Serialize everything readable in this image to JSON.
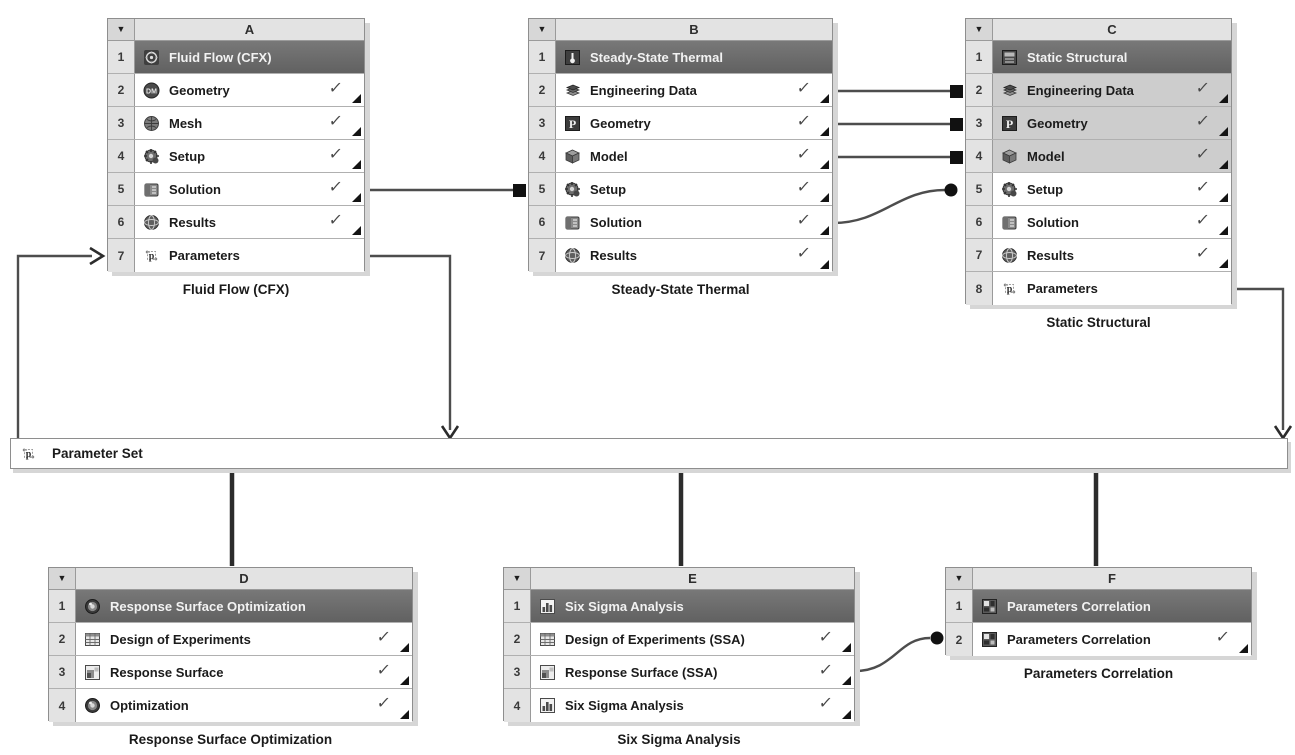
{
  "icons": {
    "dropdown": "▼",
    "check": "✓"
  },
  "colors": {
    "system_header_row_bg": "#6b6b6b",
    "shared_cell_bg": "#cdcdcd",
    "chrome_bg": "#e3e3e3",
    "wire": "#4d4d4d",
    "terminator": "#111111"
  },
  "parameter_set": {
    "label": "Parameter Set",
    "icon": "parameters-icon"
  },
  "systems": [
    {
      "letter": "A",
      "caption": "Fluid Flow (CFX)",
      "rows": [
        {
          "num": "1",
          "label": "Fluid Flow (CFX)",
          "icon": "fluid-flow-cfx-icon",
          "header": true
        },
        {
          "num": "2",
          "label": "Geometry",
          "icon": "geometry-dm-icon",
          "check": true,
          "corner": true
        },
        {
          "num": "3",
          "label": "Mesh",
          "icon": "mesh-icon",
          "check": true,
          "corner": true
        },
        {
          "num": "4",
          "label": "Setup",
          "icon": "setup-icon",
          "check": true,
          "corner": true
        },
        {
          "num": "5",
          "label": "Solution",
          "icon": "solution-icon",
          "check": true,
          "corner": true
        },
        {
          "num": "6",
          "label": "Results",
          "icon": "results-icon",
          "check": true,
          "corner": true
        },
        {
          "num": "7",
          "label": "Parameters",
          "icon": "parameters-icon"
        }
      ]
    },
    {
      "letter": "B",
      "caption": "Steady-State Thermal",
      "rows": [
        {
          "num": "1",
          "label": "Steady-State Thermal",
          "icon": "steady-state-thermal-icon",
          "header": true
        },
        {
          "num": "2",
          "label": "Engineering Data",
          "icon": "engineering-data-icon",
          "check": true,
          "corner": true
        },
        {
          "num": "3",
          "label": "Geometry",
          "icon": "geometry-p-icon",
          "check": true,
          "corner": true
        },
        {
          "num": "4",
          "label": "Model",
          "icon": "model-icon",
          "check": true,
          "corner": true
        },
        {
          "num": "5",
          "label": "Setup",
          "icon": "setup-icon",
          "check": true,
          "corner": true
        },
        {
          "num": "6",
          "label": "Solution",
          "icon": "solution-icon",
          "check": true,
          "corner": true
        },
        {
          "num": "7",
          "label": "Results",
          "icon": "results-icon",
          "check": true,
          "corner": true
        }
      ]
    },
    {
      "letter": "C",
      "caption": "Static Structural",
      "rows": [
        {
          "num": "1",
          "label": "Static Structural",
          "icon": "static-structural-icon",
          "header": true
        },
        {
          "num": "2",
          "label": "Engineering Data",
          "icon": "engineering-data-icon",
          "check": true,
          "corner": true,
          "shared": true
        },
        {
          "num": "3",
          "label": "Geometry",
          "icon": "geometry-p-icon",
          "check": true,
          "corner": true,
          "shared": true
        },
        {
          "num": "4",
          "label": "Model",
          "icon": "model-icon",
          "check": true,
          "corner": true,
          "shared": true
        },
        {
          "num": "5",
          "label": "Setup",
          "icon": "setup-icon",
          "check": true,
          "corner": true
        },
        {
          "num": "6",
          "label": "Solution",
          "icon": "solution-icon",
          "check": true,
          "corner": true
        },
        {
          "num": "7",
          "label": "Results",
          "icon": "results-icon",
          "check": true,
          "corner": true
        },
        {
          "num": "8",
          "label": "Parameters",
          "icon": "parameters-icon"
        }
      ]
    },
    {
      "letter": "D",
      "caption": "Response Surface Optimization",
      "rows": [
        {
          "num": "1",
          "label": "Response Surface Optimization",
          "icon": "optimization-icon",
          "header": true
        },
        {
          "num": "2",
          "label": "Design of Experiments",
          "icon": "design-of-experiments-icon",
          "check": true,
          "corner": true
        },
        {
          "num": "3",
          "label": "Response Surface",
          "icon": "response-surface-icon",
          "check": true,
          "corner": true
        },
        {
          "num": "4",
          "label": "Optimization",
          "icon": "optimization-icon",
          "check": true,
          "corner": true
        }
      ]
    },
    {
      "letter": "E",
      "caption": "Six Sigma Analysis",
      "rows": [
        {
          "num": "1",
          "label": "Six Sigma Analysis",
          "icon": "six-sigma-icon",
          "header": true
        },
        {
          "num": "2",
          "label": "Design of Experiments (SSA)",
          "icon": "design-of-experiments-icon",
          "check": true,
          "corner": true
        },
        {
          "num": "3",
          "label": "Response Surface (SSA)",
          "icon": "response-surface-icon",
          "check": true,
          "corner": true
        },
        {
          "num": "4",
          "label": "Six Sigma Analysis",
          "icon": "six-sigma-icon",
          "check": true,
          "corner": true
        }
      ]
    },
    {
      "letter": "F",
      "caption": "Parameters Correlation",
      "rows": [
        {
          "num": "1",
          "label": "Parameters Correlation",
          "icon": "parameters-correlation-icon",
          "header": true
        },
        {
          "num": "2",
          "label": "Parameters Correlation",
          "icon": "parameters-correlation-icon",
          "check": true,
          "corner": true
        }
      ]
    }
  ],
  "connections": [
    {
      "from": "A5 Solution",
      "to": "B5 Setup",
      "terminator": "square"
    },
    {
      "from": "B2 Engineering Data",
      "to": "C2 Engineering Data",
      "terminator": "square"
    },
    {
      "from": "B3 Geometry",
      "to": "C3 Geometry",
      "terminator": "square"
    },
    {
      "from": "B4 Model",
      "to": "C4 Model",
      "terminator": "square"
    },
    {
      "from": "B6 Solution",
      "to": "C5 Setup",
      "terminator": "circle"
    },
    {
      "from": "Parameter Set",
      "to": "A7 Parameters",
      "terminator": "arrow"
    },
    {
      "from": "A7 Parameters",
      "to": "Parameter Set",
      "terminator": "arrow"
    },
    {
      "from": "C8 Parameters",
      "to": "Parameter Set",
      "terminator": "arrow"
    },
    {
      "from": "Parameter Set",
      "to": "D Response Surface Optimization"
    },
    {
      "from": "Parameter Set",
      "to": "E Six Sigma Analysis"
    },
    {
      "from": "Parameter Set",
      "to": "F Parameters Correlation"
    },
    {
      "from": "E3 Response Surface (SSA)",
      "to": "F2 Parameters Correlation",
      "terminator": "circle"
    }
  ]
}
